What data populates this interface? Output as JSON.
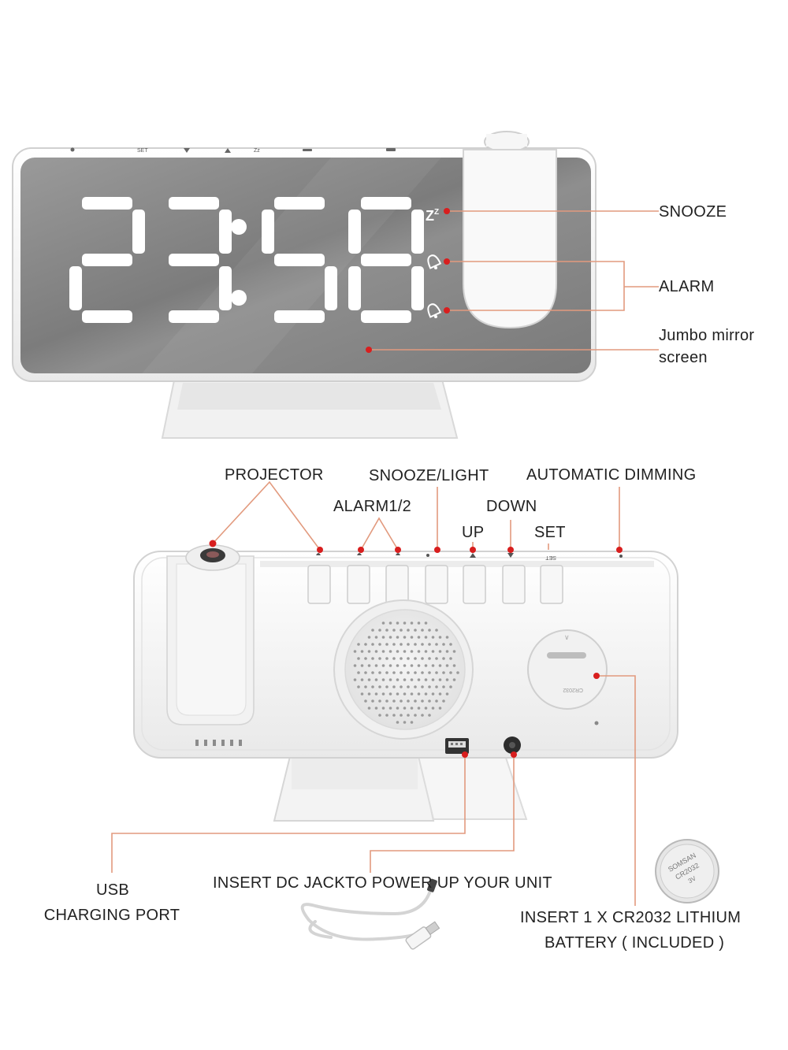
{
  "display": {
    "time": "23:58",
    "hours": "23",
    "minutes": "58"
  },
  "top_callouts": {
    "snooze": "SNOOZE",
    "alarm": "ALARM",
    "mirror_line1": "Jumbo mirror",
    "mirror_line2": "screen"
  },
  "top_buttons": {
    "set": "SET",
    "snooze_icon": "Zz"
  },
  "bottom_callouts": {
    "projector": "PROJECTOR",
    "snooze_light": "SNOOZE/LIGHT",
    "automatic_dimming": "AUTOMATIC DIMMING",
    "alarm12": "ALARM1/2",
    "down": "DOWN",
    "up": "UP",
    "set": "SET",
    "usb_line1": "USB",
    "usb_line2": "CHARGING PORT",
    "dc_jack": "INSERT DC JACKTO POWER UP YOUR UNIT",
    "battery_line1": "INSERT 1 X  CR2032 LITHIUM",
    "battery_line2": "BATTERY ( INCLUDED )"
  },
  "back_panel": {
    "set": "SET",
    "battery_cover": "CR2032"
  },
  "battery_coin": {
    "line1": "SOMSAN",
    "line2": "CR2032",
    "line3": "3V"
  },
  "colors": {
    "callout_line": "#e29a7e",
    "callout_dot": "#d81e1e",
    "mirror": "#8a8a8a"
  }
}
